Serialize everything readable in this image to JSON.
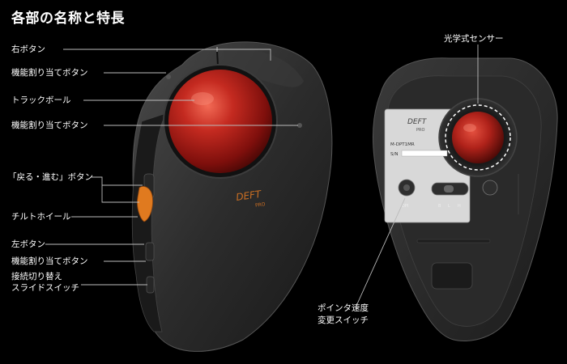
{
  "title": "各部の名称と特長",
  "left_labels": {
    "right_button": "右ボタン",
    "func_button_1": "機能割り当てボタン",
    "trackball": "トラックボール",
    "func_button_2": "機能割り当てボタン",
    "back_forward": "「戻る・進む」ボタン",
    "tilt_wheel": "チルトホイール",
    "left_button": "左ボタン",
    "func_button_3": "機能割り当てボタン",
    "connection_switch_line1": "接続切り替え",
    "connection_switch_line2": "スライドスイッチ"
  },
  "right_labels": {
    "optical_sensor": "光学式センサー",
    "pointer_speed_line1": "ポインタ速度",
    "pointer_speed_line2": "変更スイッチ"
  },
  "product": {
    "logo_main": "DEFT",
    "logo_sub": "PRO",
    "model": "M-DPT1MR",
    "sn_label": "S/N",
    "switch_labels": [
      "B",
      "L",
      "H"
    ],
    "dpi_label": "DPI"
  },
  "colors": {
    "background": "#000000",
    "ball": "#c0201c",
    "accent": "#e07a1f"
  }
}
